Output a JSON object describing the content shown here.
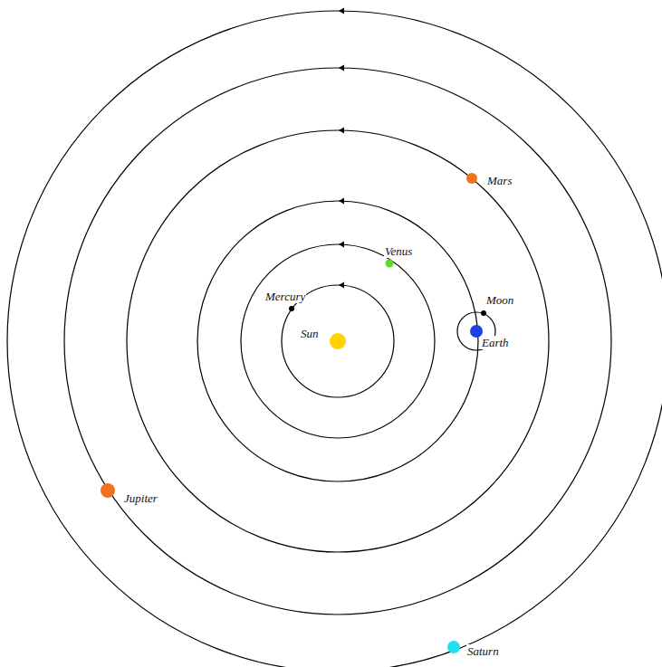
{
  "diagram": {
    "labels": [
      "Sun",
      "Mercury",
      "Venus",
      "Moon",
      "Earth",
      "Mars",
      "Jupiter",
      "Saturn"
    ]
  }
}
